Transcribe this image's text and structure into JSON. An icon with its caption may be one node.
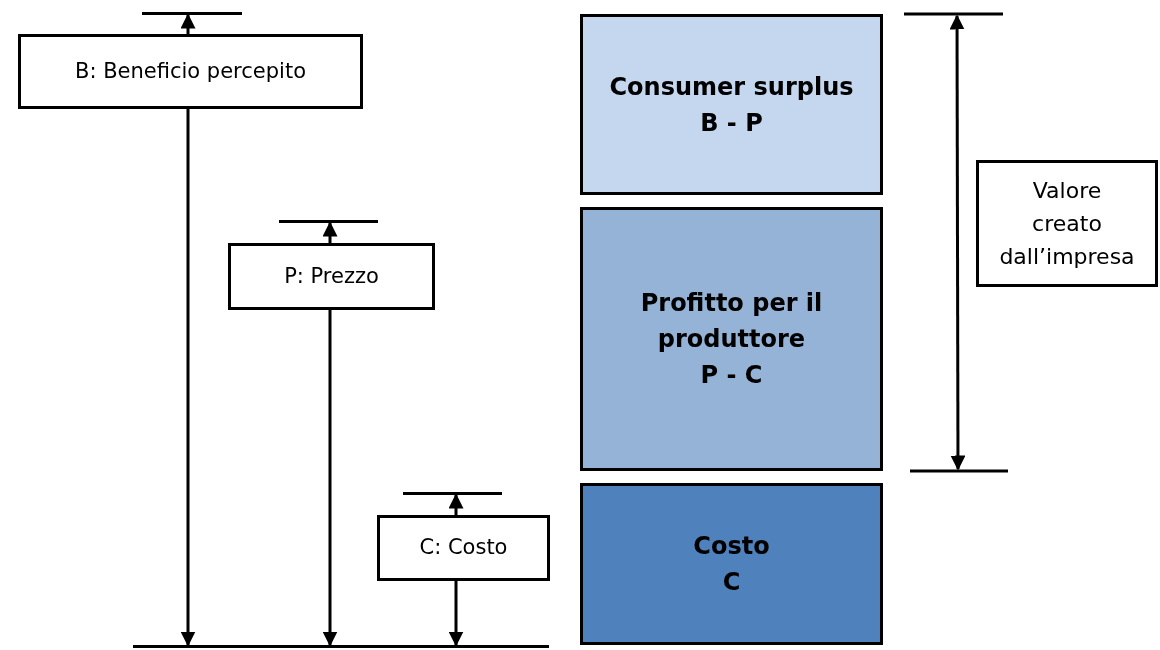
{
  "diagram": {
    "nodes": [
      {
        "text": [
          "B: Beneficio percepito"
        ]
      },
      {
        "text": [
          "P: Prezzo"
        ]
      },
      {
        "text": [
          "C: Costo"
        ]
      },
      {
        "text": [
          "Consumer surplus",
          "B - P"
        ]
      },
      {
        "text": [
          "Profitto per il produttore",
          "P - C"
        ]
      },
      {
        "text": [
          "Costo",
          "C"
        ]
      },
      {
        "text": [
          "Valore creato dall’impresa"
        ]
      },
      {
        "text": [],
        "shape": "bar"
      },
      {
        "text": [],
        "shape": "bar"
      },
      {
        "text": [],
        "shape": "bar"
      },
      {
        "text": [],
        "shape": "bar"
      }
    ],
    "edges": [
      {
        "from": 0,
        "to": 7,
        "arrow": "to"
      },
      {
        "from": 0,
        "to": 10,
        "arrow": "to"
      },
      {
        "from": 1,
        "to": 8,
        "arrow": "to"
      },
      {
        "from": 1,
        "to": 10,
        "arrow": "to"
      },
      {
        "from": 2,
        "to": 9,
        "arrow": "to"
      },
      {
        "from": 2,
        "to": 10,
        "arrow": "to"
      }
    ]
  }
}
